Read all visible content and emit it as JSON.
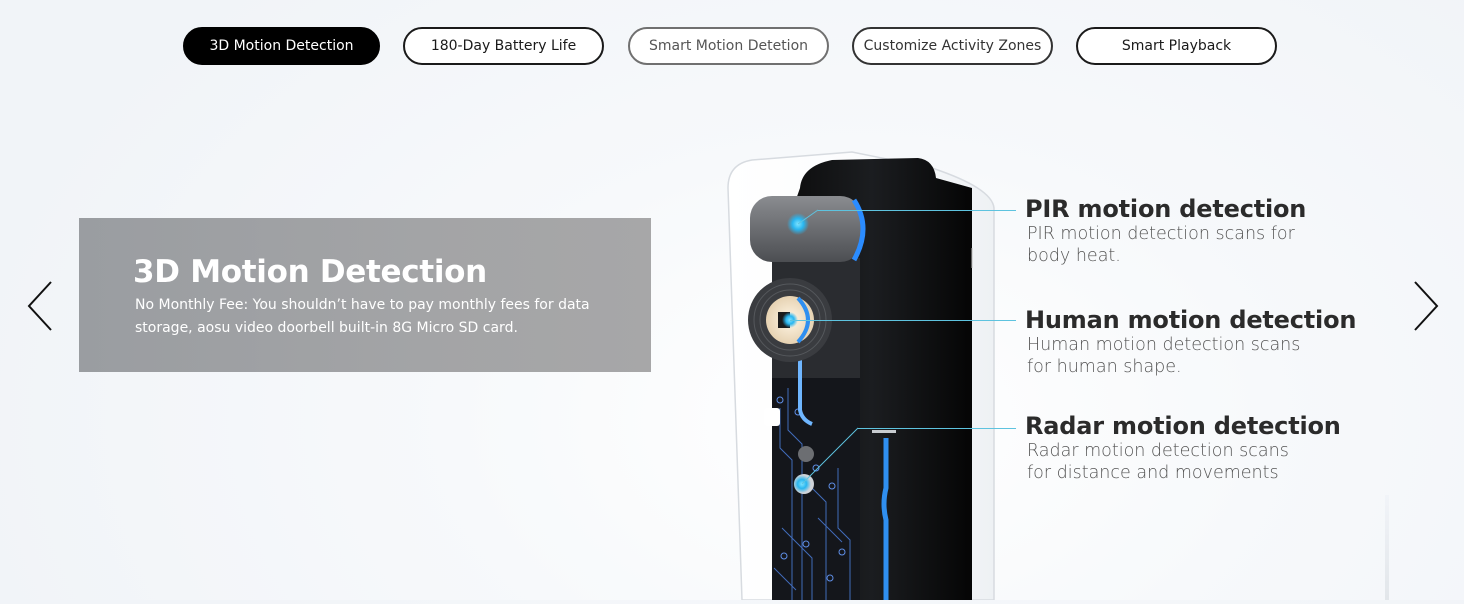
{
  "tabs": [
    {
      "label": "3D Motion Detection",
      "active": true
    },
    {
      "label": "180-Day Battery Life",
      "active": false
    },
    {
      "label": "Smart Motion Detetion",
      "active": false
    },
    {
      "label": "Customize Activity Zones",
      "active": false
    },
    {
      "label": "Smart Playback",
      "active": false
    }
  ],
  "carousel": {
    "prev_icon": "chevron-left-icon",
    "next_icon": "chevron-right-icon"
  },
  "caption": {
    "title": "3D Motion Detection",
    "body": "No Monthly Fee: You shouldn’t have to pay monthly fees for data storage, aosu video doorbell built-in 8G Micro SD card."
  },
  "features": [
    {
      "title": "PIR motion detection",
      "desc_line1": "PIR motion detection scans for",
      "desc_line2": "body heat."
    },
    {
      "title": "Human motion detection",
      "desc_line1": "Human motion detection scans",
      "desc_line2": "for human shape."
    },
    {
      "title": "Radar motion detection",
      "desc_line1": "Radar motion detection scans",
      "desc_line2": "for distance and movements"
    }
  ],
  "colors": {
    "accent_line": "#5ec3df",
    "glow_blue": "#2f8ff0",
    "active_tab_bg": "#000000"
  }
}
